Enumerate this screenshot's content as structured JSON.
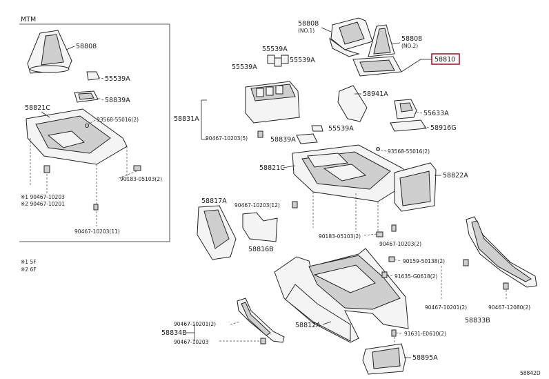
{
  "diagram": {
    "inset_title": "MTM",
    "footnote_1": "※1 5F",
    "footnote_2": "※2 6F",
    "figure_code": "58842D",
    "highlight_color": "#b3122b",
    "labels": {
      "p58808_a": "58808",
      "p58808_b": "58808",
      "p58808_b_note": "(NO.1)",
      "p58808_c": "58808",
      "p58808_c_note": "(NO.2)",
      "p58810": "58810",
      "p55539a_1": "55539A",
      "p55539a_2": "55539A",
      "p55539a_3": "55539A",
      "p55539a_4": "55539A",
      "p55539a_5": "55539A",
      "p58839a_1": "58839A",
      "p58839a_2": "58839A",
      "p58941a": "58941A",
      "p55633a": "55633A",
      "p58916g": "58916G",
      "p58821c_1": "58821C",
      "p58821c_2": "58821C",
      "p58831a": "58831A",
      "p58822a": "58822A",
      "p58817a": "58817A",
      "p58816b": "58816B",
      "p58812a": "58812A",
      "p58833b": "58833B",
      "p58834b": "58834B",
      "p58895a": "58895A",
      "f93568_1": "93568-55016(2)",
      "f93568_2": "93568-55016(2)",
      "f90183_1": "90183-05103(2)",
      "f90183_2": "90183-05103(2)",
      "f90467_10203_n1": "※1 90467-10203",
      "f90467_10201_n2": "※2 90467-10201",
      "f90467_10203_11": "90467-10203(11)",
      "f90467_10203_5": "90467-10203(5)",
      "f90467_10203_12": "90467-10203(12)",
      "f90467_10203_2": "90467-10203(2)",
      "f90159": "90159-50138(2)",
      "f91635": "91635-G0618(2)",
      "f90467_10201_2a": "90467-10201(2)",
      "f90467_12080": "90467-12080(2)",
      "f90467_10201_2b": "90467-10201(2)",
      "f90467_10203_b": "90467-10203",
      "f91631": "91631-E0610(2)"
    }
  }
}
